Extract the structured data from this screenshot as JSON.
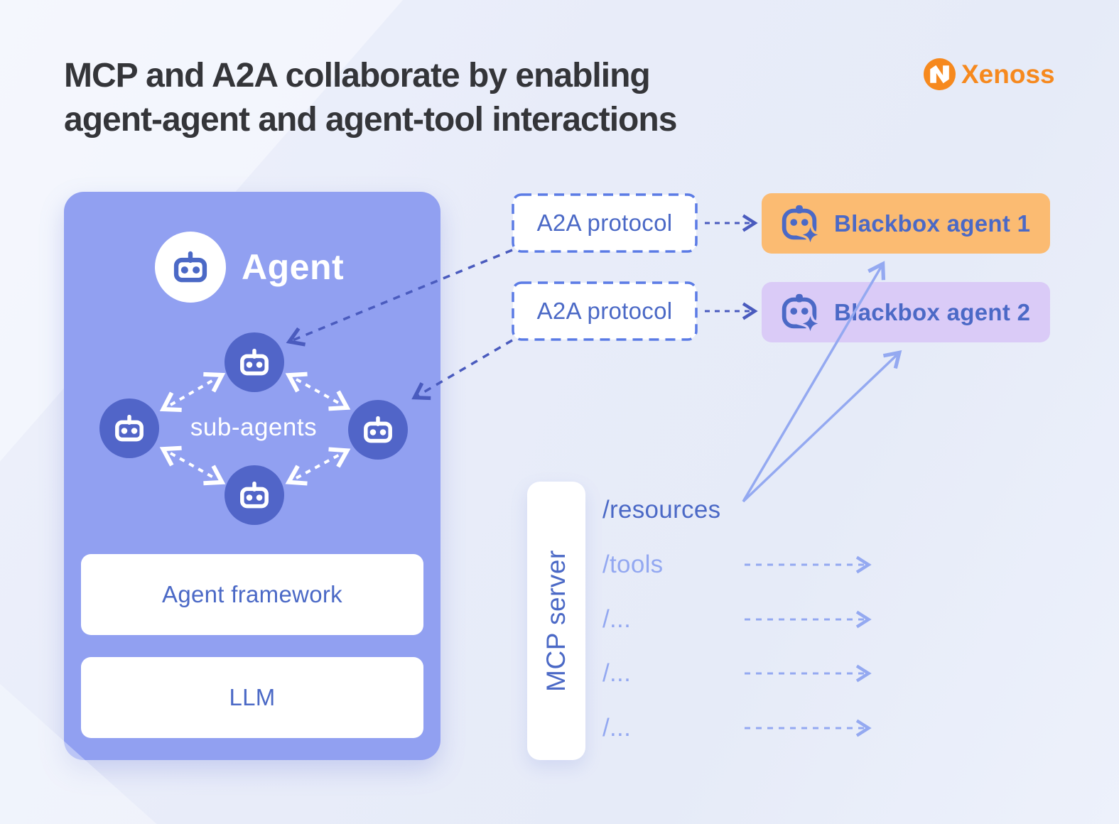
{
  "title": {
    "line1": "MCP and A2A collaborate by enabling",
    "line2": "agent-agent and agent-tool interactions"
  },
  "logo": {
    "brand": "Xenoss"
  },
  "agent_panel": {
    "title": "Agent",
    "sub_agents_label": "sub-agents",
    "framework_label": "Agent framework",
    "llm_label": "LLM"
  },
  "a2a": {
    "box1_label": "A2A protocol",
    "box2_label": "A2A protocol"
  },
  "blackbox_agents": [
    {
      "label": "Blackbox agent 1",
      "bg": "#fbbb72"
    },
    {
      "label": "Blackbox agent 2",
      "bg": "#dacbf7"
    }
  ],
  "mcp": {
    "server_label": "MCP server",
    "endpoints": [
      {
        "label": "/resources",
        "style": "primary"
      },
      {
        "label": "/tools",
        "style": "muted"
      },
      {
        "label": "/...",
        "style": "muted"
      },
      {
        "label": "/...",
        "style": "muted"
      },
      {
        "label": "/...",
        "style": "muted"
      }
    ]
  },
  "colors": {
    "background": "#e8ecf9",
    "agent_panel": "#91a0f1",
    "sub_agent_circle": "#5165c8",
    "primary_blue_text": "#4b69c6",
    "dashed_border_blue": "#5b7be5",
    "dark_arrow": "#4a5bbe",
    "light_arrow": "#94a9f1",
    "orange_box": "#fbbb72",
    "purple_box": "#dacbf7",
    "title_text": "#343539",
    "brand_orange": "#f6891e"
  }
}
